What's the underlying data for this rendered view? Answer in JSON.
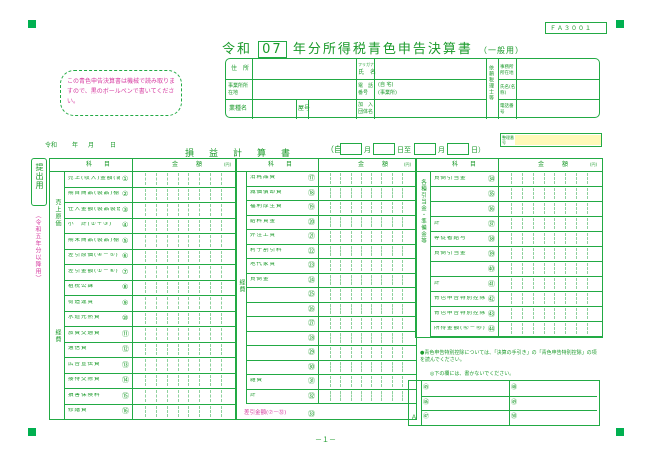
{
  "form_code": "ＦＡ３００１",
  "header": {
    "title_prefix": "令和",
    "title_year": "07",
    "title_main": "年分所得税青色申告決算書",
    "title_suffix": "（一般用）",
    "notice": "この青色申告決算書は機械で読み取りますので、黒のボールペンで書いてください。"
  },
  "address_block": {
    "jusho": "住　所",
    "furigana": "フリガナ",
    "shimei": "氏　名",
    "jigyosho": "事業所所在地",
    "denwa": "電　話番号",
    "jitaku": "(自 宅)",
    "jigyo": "(事業所)",
    "gyoshu": "業種名",
    "yago": "屋号",
    "kanyu": "加　入団体名",
    "right1": "事務所所在地",
    "right2": "氏名(名称)",
    "right3": "電話番号",
    "right_label": "依頼税理士等"
  },
  "date_line": {
    "reiwa": "令和",
    "nen": "年",
    "tsuki": "月",
    "hi": "日",
    "section_title": "損　益　計　算　書",
    "from": "（自",
    "tsuki2": "月",
    "hi_itaru": "日至",
    "tsuki3": "月",
    "hi2": "日）",
    "seiri": "整理番号"
  },
  "side": {
    "teishutsu": "提出用",
    "note": "（令和五年分以降用）"
  },
  "col_heads": {
    "kamoku": "科　　目",
    "kingaku": "金　　　額",
    "en": "(円)"
  },
  "left_rows": [
    {
      "label": "売上(収入)金額(雑収入を含む)",
      "no": "①"
    },
    {
      "label": "期首商品(製品)棚卸高",
      "no": "②"
    },
    {
      "label": "仕入金額(製品製造原価)",
      "no": "③"
    },
    {
      "label": "小　計(②＋③)",
      "no": "④"
    },
    {
      "label": "期末商品(製品)棚卸高",
      "no": "⑤"
    },
    {
      "label": "差引原価(④－⑤)",
      "no": "⑥"
    },
    {
      "label": "差引金額(①－⑥)",
      "no": "⑦"
    },
    {
      "label": "租税公課",
      "no": "⑧"
    },
    {
      "label": "荷造運賃",
      "no": "⑨"
    },
    {
      "label": "水道光熱費",
      "no": "⑩"
    },
    {
      "label": "旅費交通費",
      "no": "⑪"
    },
    {
      "label": "通信費",
      "no": "⑫"
    },
    {
      "label": "広告宣伝費",
      "no": "⑬"
    },
    {
      "label": "接待交際費",
      "no": "⑭"
    },
    {
      "label": "損害保険料",
      "no": "⑮"
    },
    {
      "label": "修繕費",
      "no": "⑯"
    }
  ],
  "left_group_labels": {
    "uriage_genka": "売上原価",
    "keihi": "経費"
  },
  "mid_rows": [
    {
      "label": "消耗品費",
      "no": "⑰"
    },
    {
      "label": "減価償却費",
      "no": "⑱"
    },
    {
      "label": "福利厚生費",
      "no": "⑲"
    },
    {
      "label": "給料賃金",
      "no": "⑳"
    },
    {
      "label": "外注工賃",
      "no": "㉑"
    },
    {
      "label": "利子割引料",
      "no": "㉒"
    },
    {
      "label": "地代家賃",
      "no": "㉓"
    },
    {
      "label": "貸倒金",
      "no": "㉔"
    },
    {
      "label": "",
      "no": "㉕"
    },
    {
      "label": "",
      "no": "㉖"
    },
    {
      "label": "",
      "no": "㉗"
    },
    {
      "label": "",
      "no": "㉘"
    },
    {
      "label": "",
      "no": "㉙"
    },
    {
      "label": "",
      "no": "㉚"
    },
    {
      "label": "雑費",
      "no": "㉛"
    },
    {
      "label": "計",
      "no": "㉜"
    }
  ],
  "mid_bottom": {
    "label": "差引金額(⑦－㉜)",
    "no": "㉝"
  },
  "mid_group": "経費",
  "right_rows": [
    {
      "label": "貸倒引当金",
      "no": "㉞"
    },
    {
      "label": "",
      "no": "㉟"
    },
    {
      "label": "",
      "no": "㊱"
    },
    {
      "label": "計",
      "no": "㊲"
    },
    {
      "label": "専従者給与",
      "no": "㊳"
    },
    {
      "label": "貸倒引当金",
      "no": "㊴"
    },
    {
      "label": "",
      "no": "㊵"
    },
    {
      "label": "計",
      "no": "㊶"
    },
    {
      "label": "青色申告特別控除前の所得金額(㉝＋㊲－㊶)",
      "no": "㊷"
    },
    {
      "label": "青色申告特別控除額",
      "no": "㊸"
    },
    {
      "label": "所得金額(㊷－㊸)",
      "no": "㊹"
    }
  ],
  "right_group_labels": {
    "kuriire": "各種引当金・準備金等",
    "modoshi": "繰戻額等",
    "kuriire2": "繰入額等"
  },
  "right_note": "●青色申告特別控除については、「決算の手引き」の「青色申告特別控除」の項を読んでください。",
  "right_note2": "◎下の欄には、書かないでください。",
  "bottom_box_labels": [
    "㊺",
    "㊻",
    "㊼",
    "㊽",
    "㊾",
    "㊿"
  ],
  "bottom_a": "Ａ",
  "page_no": "－１－"
}
